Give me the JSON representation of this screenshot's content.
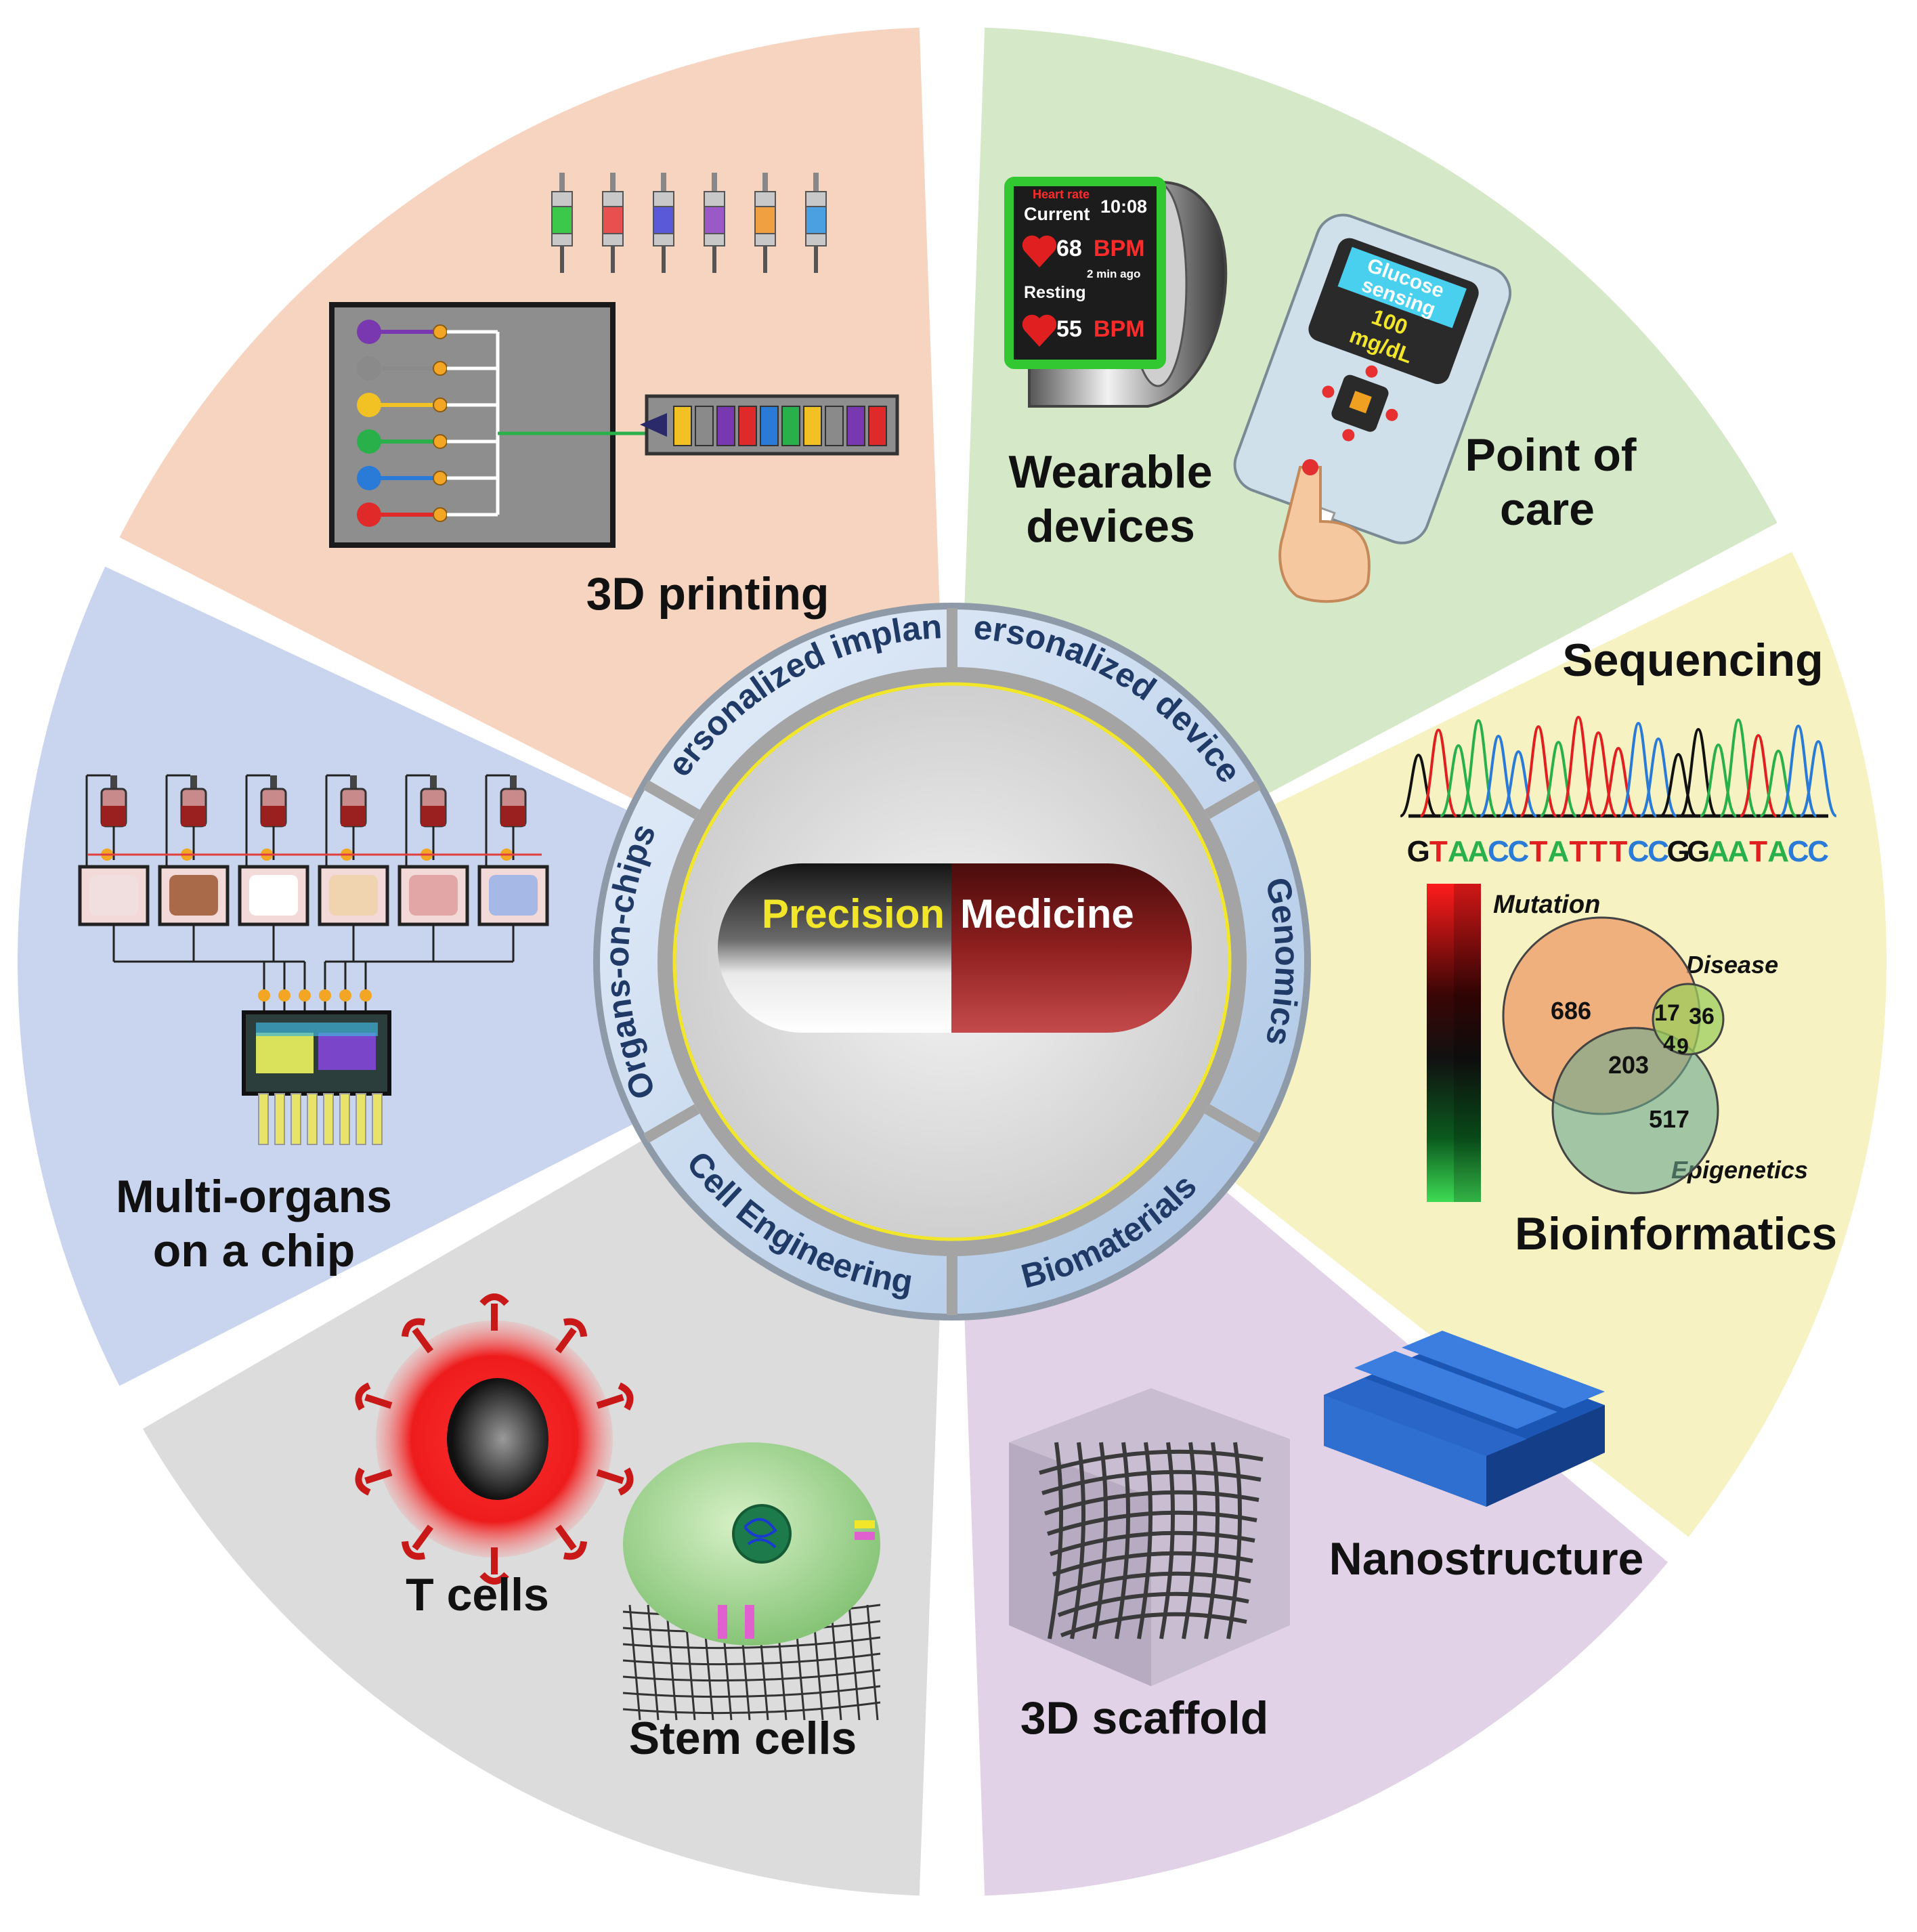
{
  "center": {
    "word_left": "Precision",
    "word_right": "Medicine",
    "colors": {
      "left_text": "#f2e62a",
      "right_text": "#ffffff",
      "capsule_right": "#9b2323"
    }
  },
  "ring_labels": [
    "Personalized implants",
    "Personalized devices",
    "Genomics",
    "Biomaterials",
    "Cell Engineering",
    "Organs-on-chips"
  ],
  "sectors": {
    "printing": {
      "label": "3D printing",
      "color": "#f7d4c0"
    },
    "devices": {
      "label_1": "Wearable",
      "label_2": "devices",
      "label_3": "Point  of",
      "label_4": "care",
      "color": "#d5e8c7"
    },
    "genomics": {
      "label_1": "Sequencing",
      "label_2": "Bioinformatics",
      "color": "#f6f2c2"
    },
    "biomaterials": {
      "label_1": "Nanostructure",
      "label_2": "3D scaffold",
      "color": "#e2d2e8"
    },
    "cells": {
      "label_1": "T cells",
      "label_2": "Stem cells",
      "color": "#dcdcdc"
    },
    "organs": {
      "label_1": "Multi-organs",
      "label_2": "on a chip",
      "color": "#c9d5ee"
    }
  },
  "watch": {
    "heart_rate": "Heart rate",
    "current": "Current",
    "time": "10:08",
    "bpm1": "68",
    "bpm_unit": "BPM",
    "ago": "2 min ago",
    "resting": "Resting",
    "bpm2": "55"
  },
  "glucose": {
    "line1": "Glucose",
    "line2": "sensing",
    "value": "100",
    "unit": "mg/dL"
  },
  "sequence": {
    "letters": [
      "G",
      "T",
      "A",
      "A",
      "C",
      "C",
      "T",
      "A",
      "T",
      "T",
      "T",
      "C",
      "C",
      "G",
      "G",
      "A",
      "A",
      "T",
      "A",
      "C",
      "C"
    ]
  },
  "venn": {
    "mutation": "Mutation",
    "disease": "Disease",
    "epigenetics": "Epigenetics",
    "n686": "686",
    "n17": "17",
    "n36": "36",
    "n4": "4",
    "n9": "9",
    "n203": "203",
    "n517": "517"
  },
  "icons": {
    "syringes": "syringe-icon",
    "organs": [
      "brain-icon",
      "liver-icon",
      "tooth-icon",
      "bone-icon",
      "cartilage-icon",
      "tissue-icon"
    ]
  }
}
